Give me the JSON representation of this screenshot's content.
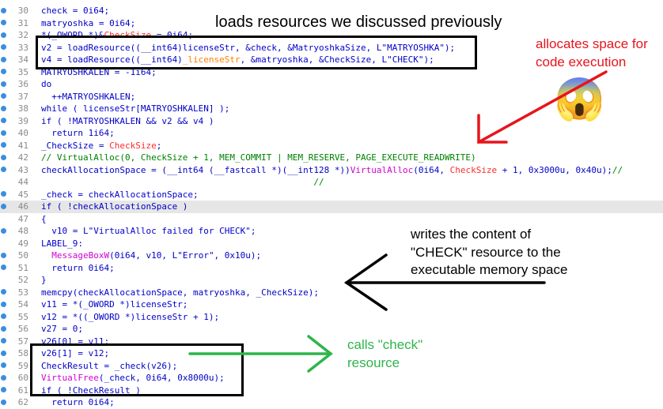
{
  "code_lines": [
    {
      "n": "30",
      "dot": true,
      "parts": [
        {
          "t": "check = 0i64;",
          "c": "blue"
        }
      ]
    },
    {
      "n": "31",
      "dot": true,
      "parts": [
        {
          "t": "matryoshka = 0i64;",
          "c": "blue"
        }
      ]
    },
    {
      "n": "32",
      "dot": true,
      "parts": [
        {
          "t": "*(_OWORD *)&",
          "c": "blue"
        },
        {
          "t": "CheckSize",
          "c": "red"
        },
        {
          "t": " = 0i64;",
          "c": "blue"
        }
      ]
    },
    {
      "n": "33",
      "dot": true,
      "parts": [
        {
          "t": "v2 = loadResource((__int64)licenseStr, &check, &MatryoshkaSize, L\"MATRYOSHKA\");",
          "c": "blue"
        }
      ]
    },
    {
      "n": "34",
      "dot": true,
      "parts": [
        {
          "t": "v4 = loadResource((__int64)",
          "c": "blue"
        },
        {
          "t": "_licenseStr",
          "c": "orange"
        },
        {
          "t": ", &matryoshka, &CheckSize, L\"CHECK\");",
          "c": "blue"
        }
      ]
    },
    {
      "n": "35",
      "dot": true,
      "parts": [
        {
          "t": "MATRYOSHKALEN = -1i64;",
          "c": "blue"
        }
      ]
    },
    {
      "n": "36",
      "dot": true,
      "parts": [
        {
          "t": "do",
          "c": "blue"
        }
      ]
    },
    {
      "n": "37",
      "dot": true,
      "parts": [
        {
          "t": "  ++MATRYOSHKALEN;",
          "c": "blue"
        }
      ]
    },
    {
      "n": "38",
      "dot": true,
      "parts": [
        {
          "t": "while ( licenseStr[MATRYOSHKALEN] );",
          "c": "blue"
        }
      ]
    },
    {
      "n": "39",
      "dot": true,
      "parts": [
        {
          "t": "if ( !MATRYOSHKALEN && v2 && v4 )",
          "c": "blue"
        }
      ]
    },
    {
      "n": "40",
      "dot": true,
      "parts": [
        {
          "t": "  return 1i64;",
          "c": "blue"
        }
      ]
    },
    {
      "n": "41",
      "dot": true,
      "parts": [
        {
          "t": "_CheckSize = ",
          "c": "blue"
        },
        {
          "t": "CheckSize",
          "c": "red"
        },
        {
          "t": ";",
          "c": "blue"
        }
      ]
    },
    {
      "n": "42",
      "dot": true,
      "parts": [
        {
          "t": "// VirtualAlloc(0, CheckSize + 1, MEM_COMMIT | MEM_RESERVE, PAGE_EXECUTE_READWRITE)",
          "c": "green"
        }
      ]
    },
    {
      "n": "43",
      "dot": true,
      "parts": [
        {
          "t": "checkAllocationSpace = (__int64 (__fastcall *)(__int128 *))",
          "c": "blue"
        },
        {
          "t": "VirtualAlloc",
          "c": "mag"
        },
        {
          "t": "(0i64, ",
          "c": "blue"
        },
        {
          "t": "CheckSize",
          "c": "red"
        },
        {
          "t": " + 1, 0x3000u, 0x40u);",
          "c": "blue"
        },
        {
          "t": "//",
          "c": "green"
        }
      ]
    },
    {
      "n": "44",
      "dot": false,
      "parts": [
        {
          "t": "                                                    //",
          "c": "green"
        }
      ]
    },
    {
      "n": "45",
      "dot": true,
      "parts": [
        {
          "t": "_check = checkAllocationSpace;",
          "c": "blue"
        }
      ]
    },
    {
      "n": "46",
      "dot": true,
      "hl": true,
      "parts": [
        {
          "t": "if ( !checkAllocationSpace )",
          "c": "blue"
        }
      ]
    },
    {
      "n": "47",
      "dot": false,
      "parts": [
        {
          "t": "{",
          "c": "blue"
        }
      ]
    },
    {
      "n": "48",
      "dot": true,
      "parts": [
        {
          "t": "  v10 = L\"VirtualAlloc failed for CHECK\";",
          "c": "blue"
        }
      ]
    },
    {
      "n": "49",
      "dot": false,
      "parts": [
        {
          "t": "LABEL_9:",
          "c": "blue"
        }
      ]
    },
    {
      "n": "50",
      "dot": true,
      "parts": [
        {
          "t": "  ",
          "c": "blue"
        },
        {
          "t": "MessageBoxW",
          "c": "mag"
        },
        {
          "t": "(0i64, v10, L\"Error\", 0x10u);",
          "c": "blue"
        }
      ]
    },
    {
      "n": "51",
      "dot": true,
      "parts": [
        {
          "t": "  return 0i64;",
          "c": "blue"
        }
      ]
    },
    {
      "n": "52",
      "dot": false,
      "parts": [
        {
          "t": "}",
          "c": "blue"
        }
      ]
    },
    {
      "n": "53",
      "dot": true,
      "parts": [
        {
          "t": "memcpy(checkAllocationSpace, matryoshka, _CheckSize);",
          "c": "blue"
        }
      ]
    },
    {
      "n": "54",
      "dot": true,
      "parts": [
        {
          "t": "v11 = *(_OWORD *)licenseStr;",
          "c": "blue"
        }
      ]
    },
    {
      "n": "55",
      "dot": true,
      "parts": [
        {
          "t": "v12 = *((_OWORD *)licenseStr + 1);",
          "c": "blue"
        }
      ]
    },
    {
      "n": "56",
      "dot": true,
      "parts": [
        {
          "t": "v27 = 0;",
          "c": "blue"
        }
      ]
    },
    {
      "n": "57",
      "dot": true,
      "parts": [
        {
          "t": "v26[0] = v11;",
          "c": "blue"
        }
      ]
    },
    {
      "n": "58",
      "dot": true,
      "parts": [
        {
          "t": "v26[1] = v12;",
          "c": "blue"
        }
      ]
    },
    {
      "n": "59",
      "dot": true,
      "parts": [
        {
          "t": "CheckResult = _check(v26);",
          "c": "blue"
        }
      ]
    },
    {
      "n": "60",
      "dot": true,
      "parts": [
        {
          "t": "VirtualFree",
          "c": "mag"
        },
        {
          "t": "(_check, 0i64, 0x8000u);",
          "c": "blue"
        }
      ]
    },
    {
      "n": "61",
      "dot": true,
      "parts": [
        {
          "t": "if ( !CheckResult )",
          "c": "blue"
        }
      ]
    },
    {
      "n": "62",
      "dot": true,
      "parts": [
        {
          "t": "  return 0i64;",
          "c": "blue"
        }
      ]
    }
  ],
  "annotations": {
    "loads": "loads resources we discussed previously",
    "allocates_1": "allocates space for",
    "allocates_2": "code execution",
    "writes_1": "writes the content of",
    "writes_2": "\"CHECK\" resource to the",
    "writes_3": "executable memory space",
    "calls_1": "calls \"check\"",
    "calls_2": "resource"
  },
  "emoji": "😱",
  "colors": {
    "code": "#0000c8",
    "comment": "#008000",
    "variable_red": "#ff2a2a",
    "api_magenta": "#d000d0",
    "arrow_red": "#e8141b",
    "arrow_green": "#2db54a",
    "annotation_red": "#e8141b",
    "annotation_green": "#2db54a",
    "breakpoint_dot": "#3a8ede"
  }
}
